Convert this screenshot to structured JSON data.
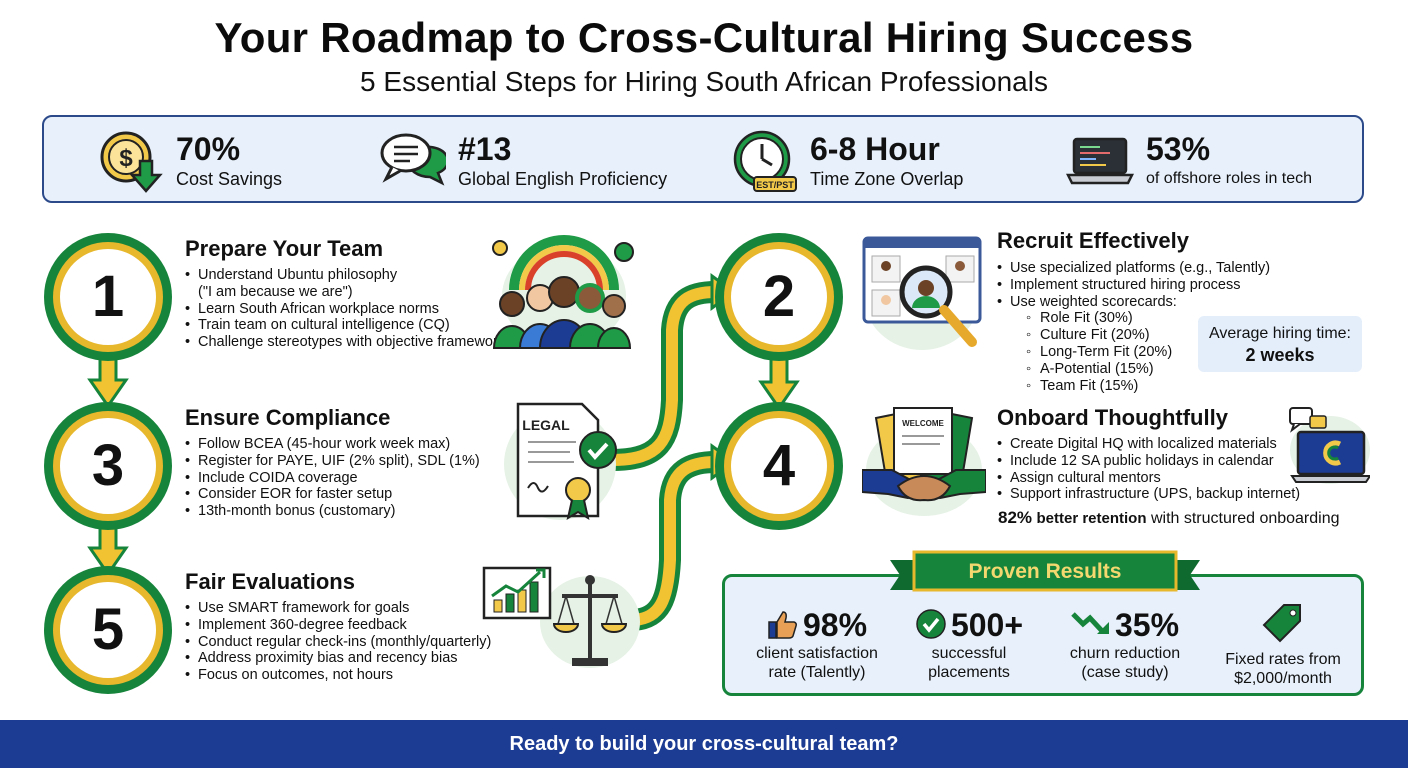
{
  "header": {
    "title": "Your Roadmap to Cross-Cultural Hiring Success",
    "subtitle": "5 Essential Steps for Hiring South African Professionals"
  },
  "stats": [
    {
      "value": "70%",
      "label": "Cost Savings",
      "icon": "dollar-down-icon"
    },
    {
      "value": "#13",
      "label": "Global English Proficiency",
      "icon": "speech-bubbles-icon"
    },
    {
      "value": "6-8 Hour",
      "label": "Time Zone Overlap",
      "icon": "clock-icon",
      "badge": "EST/PST"
    },
    {
      "value": "53%",
      "label": "of offshore roles in tech",
      "icon": "laptop-code-icon"
    }
  ],
  "steps": [
    {
      "number": "1",
      "title": "Prepare Your Team",
      "bullets": [
        "Understand Ubuntu philosophy",
        "(\"I am because we are\")",
        "Learn South African workplace norms",
        "Train team on cultural intelligence (CQ)",
        "Challenge stereotypes with objective frameworks"
      ]
    },
    {
      "number": "2",
      "title": "Recruit Effectively",
      "bullets": [
        "Use specialized platforms (e.g., Talently)",
        "Implement structured hiring process",
        "Use weighted scorecards:"
      ],
      "scorecard": [
        "Role Fit (30%)",
        "Culture Fit (20%)",
        "Long-Term Fit (20%)",
        "A-Potential (15%)",
        "Team Fit (15%)"
      ],
      "avg_label": "Average hiring time:",
      "avg_value": "2 weeks"
    },
    {
      "number": "3",
      "title": "Ensure Compliance",
      "bullets": [
        "Follow BCEA (45-hour work week max)",
        "Register for PAYE, UIF (2% split), SDL (1%)",
        "Include COIDA coverage",
        "Consider EOR for faster setup",
        "13th-month bonus (customary)"
      ],
      "doc_label": "LEGAL"
    },
    {
      "number": "4",
      "title": "Onboard Thoughtfully",
      "bullets": [
        "Create Digital HQ with localized materials",
        "Include 12 SA public holidays in calendar",
        "Assign cultural mentors",
        "Support infrastructure (UPS, backup internet)"
      ],
      "doc_label": "WELCOME",
      "retention_value": "82%",
      "retention_bold": "better retention",
      "retention_rest": "with structured onboarding"
    },
    {
      "number": "5",
      "title": "Fair Evaluations",
      "bullets": [
        "Use SMART framework for goals",
        "Implement 360-degree feedback",
        "Conduct regular check-ins (monthly/quarterly)",
        "Address proximity bias and recency bias",
        "Focus on outcomes, not hours"
      ]
    }
  ],
  "results": {
    "banner": "Proven Results",
    "items": [
      {
        "value": "98%",
        "label1": "client satisfaction",
        "label2": "rate (Talently)",
        "icon": "thumbs-up-icon"
      },
      {
        "value": "500+",
        "label1": "successful",
        "label2": "placements",
        "icon": "check-circle-icon"
      },
      {
        "value": "35%",
        "label1": "churn reduction",
        "label2": "(case study)",
        "icon": "trend-down-icon"
      },
      {
        "value": "",
        "label1": "Fixed rates from",
        "label2": "$2,000/month",
        "icon": "price-tag-icon"
      }
    ]
  },
  "footer": {
    "cta": "Ready to build your cross-cultural team?"
  },
  "colors": {
    "green": "#17843c",
    "gold": "#e7b72c",
    "navy": "#1c3b93",
    "panel": "#e7f0fb"
  }
}
